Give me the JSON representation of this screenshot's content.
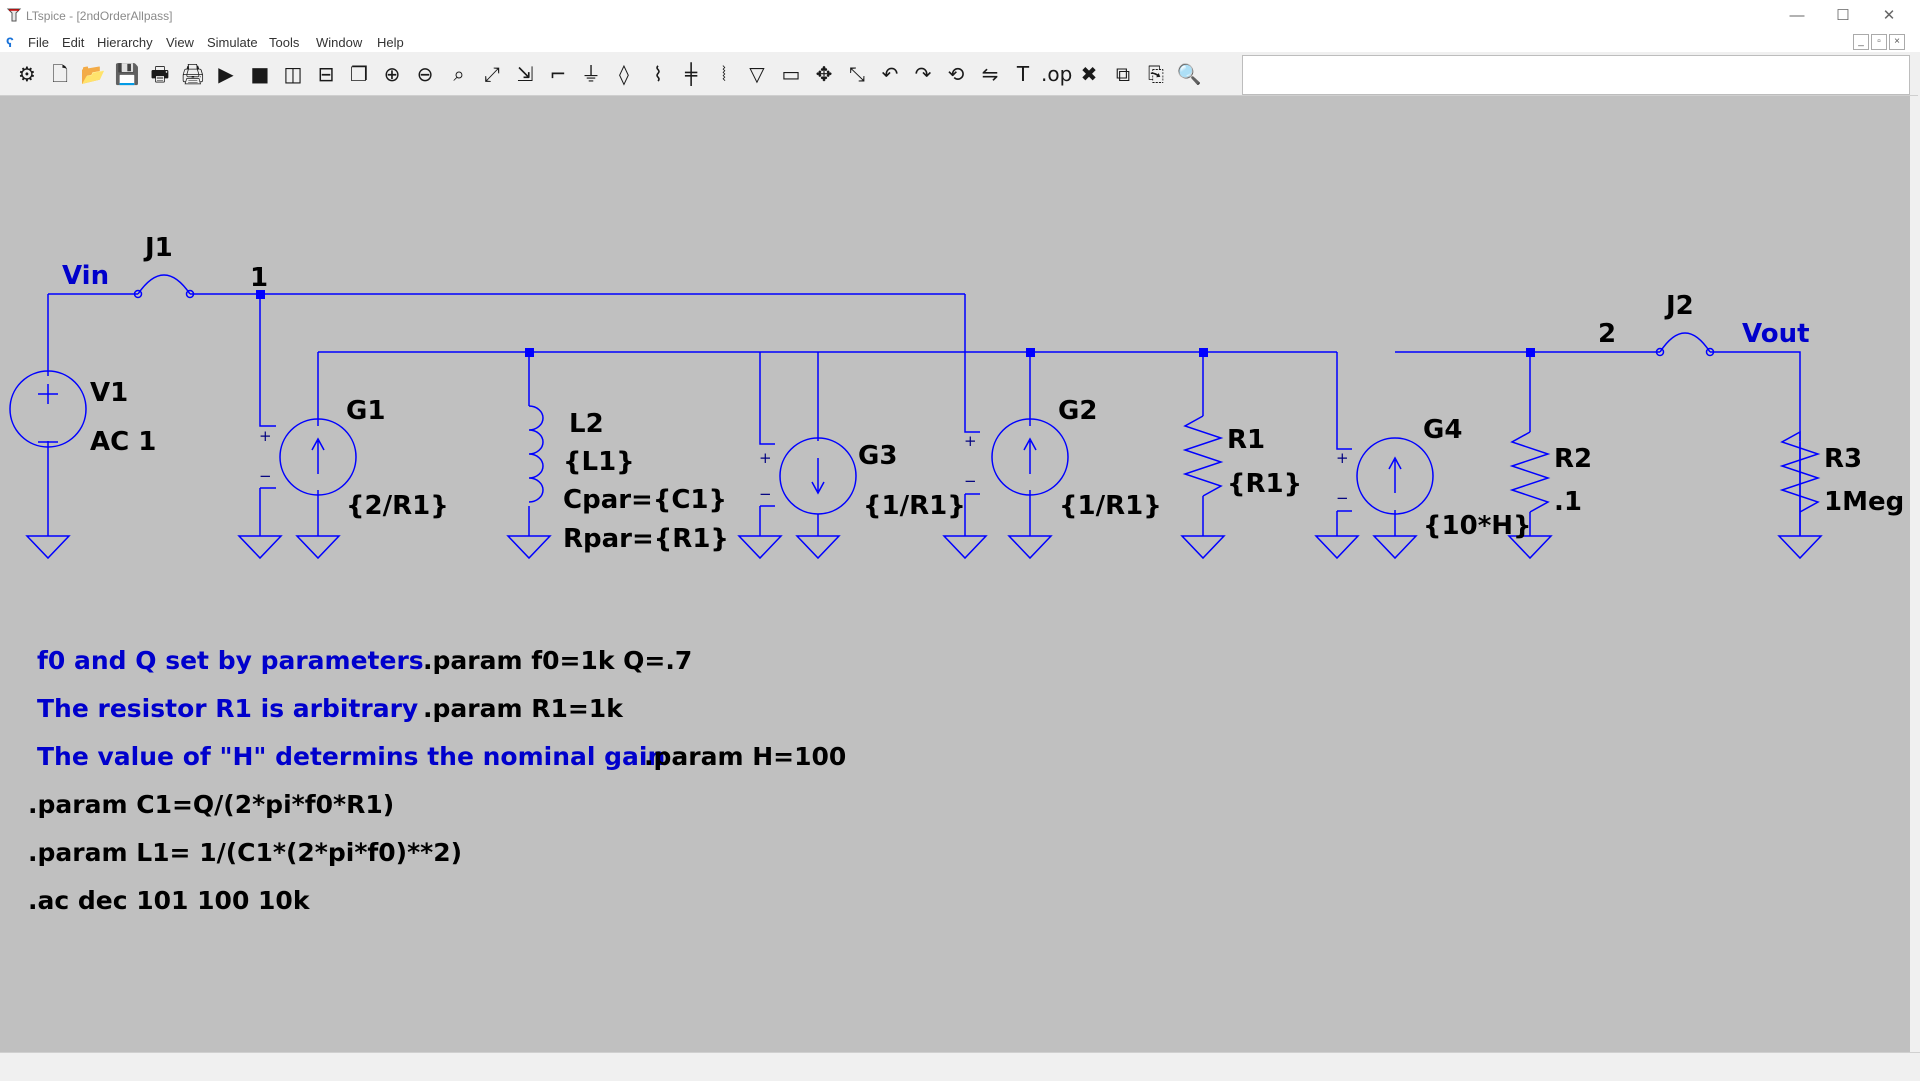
{
  "window": {
    "title": "LTspice - [2ndOrderAllpass]",
    "minimize_glyph": "—",
    "maximize_glyph": "☐",
    "close_glyph": "✕"
  },
  "menu": {
    "items": [
      "File",
      "Edit",
      "Hierarchy",
      "View",
      "Simulate",
      "Tools",
      "Window",
      "Help"
    ]
  },
  "toolbar": {
    "icons": [
      "control-panel-icon",
      "new-schematic-icon",
      "open-icon",
      "save-icon",
      "print-icon",
      "print-setup-icon",
      "run-icon",
      "halt-icon",
      "tile-vertical-icon",
      "tile-horizontal-icon",
      "cascade-icon",
      "zoom-in-icon",
      "zoom-out-icon",
      "zoom-fit-icon",
      "zoom-full-icon",
      "autoscale-icon",
      "wire-icon",
      "ground-icon",
      "label-net-icon",
      "resistor-icon",
      "capacitor-icon",
      "inductor-icon",
      "diode-icon",
      "component-icon",
      "move-icon",
      "drag-icon",
      "undo-icon",
      "redo-icon",
      "rotate-icon",
      "mirror-icon",
      "text-icon",
      "spice-directive-icon",
      "delete-icon",
      "duplicate-icon",
      "paste-icon",
      "find-icon"
    ]
  },
  "schematic": {
    "nets": {
      "vin": "Vin",
      "vout": "Vout",
      "n1": "1",
      "n2": "2"
    },
    "components": {
      "j1": {
        "name": "J1"
      },
      "j2": {
        "name": "J2"
      },
      "v1": {
        "name": "V1",
        "value": "AC 1"
      },
      "g1": {
        "name": "G1",
        "value": "{2/R1}"
      },
      "l2": {
        "name": "L2",
        "value": "{L1}",
        "cpar": "Cpar={C1}",
        "rpar": "Rpar={R1}"
      },
      "g3": {
        "name": "G3",
        "value": "{1/R1}"
      },
      "g2": {
        "name": "G2",
        "value": "{1/R1}"
      },
      "r1": {
        "name": "R1",
        "value": "{R1}"
      },
      "g4": {
        "name": "G4",
        "value": "{10*H}"
      },
      "r2": {
        "name": "R2",
        "value": ".1"
      },
      "r3": {
        "name": "R3",
        "value": "1Meg"
      }
    },
    "comments": {
      "c1": "f0 and Q set by parameters",
      "c2": "The resistor R1 is arbitrary",
      "c3": "The value of \"H\" determins the nominal gain"
    },
    "directives": {
      "d1": ".param f0=1k Q=.7",
      "d2": ".param R1=1k",
      "d3": ".param H=100",
      "d4": ".param C1=Q/(2*pi*f0*R1)",
      "d5": ".param L1= 1/(C1*(2*pi*f0)**2)",
      "d6": ".ac dec 101 100 10k"
    },
    "pins": {
      "plus": "+",
      "minus": "−"
    }
  },
  "colors": {
    "wire": "#0000ff",
    "canvas": "#c0c0c0",
    "comment": "#0000cc"
  }
}
